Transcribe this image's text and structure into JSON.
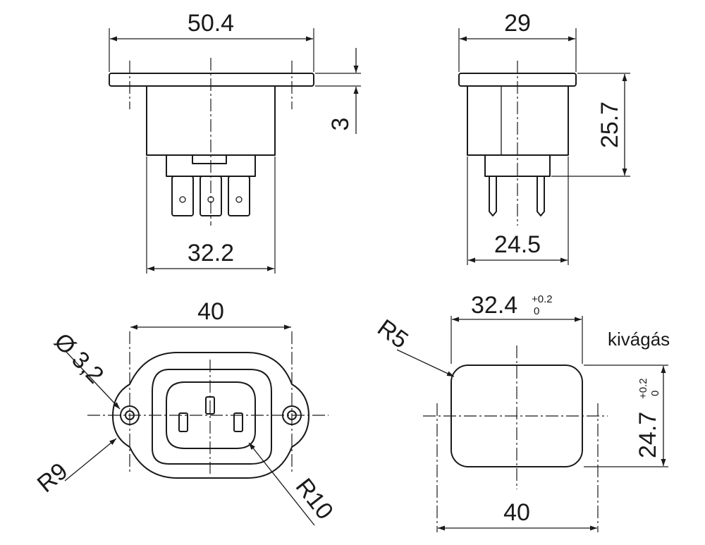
{
  "views": {
    "front": {
      "width_top": "50.4",
      "width_body": "32.2",
      "flange": "3"
    },
    "side": {
      "width_top": "29",
      "height": "25.7",
      "width_bottom": "24.5"
    },
    "bottom": {
      "width": "40",
      "hole": "Ø 3,2",
      "radius_outer": "R9",
      "radius_inner": "R10"
    },
    "cutout": {
      "width": "32.4",
      "width_tol_upper": "+0.2",
      "width_tol_lower": "0",
      "height": "24.7",
      "height_tol_upper": "+0.2",
      "height_tol_lower": "0",
      "radius": "R5",
      "overall": "40",
      "note": "kivágás"
    }
  }
}
